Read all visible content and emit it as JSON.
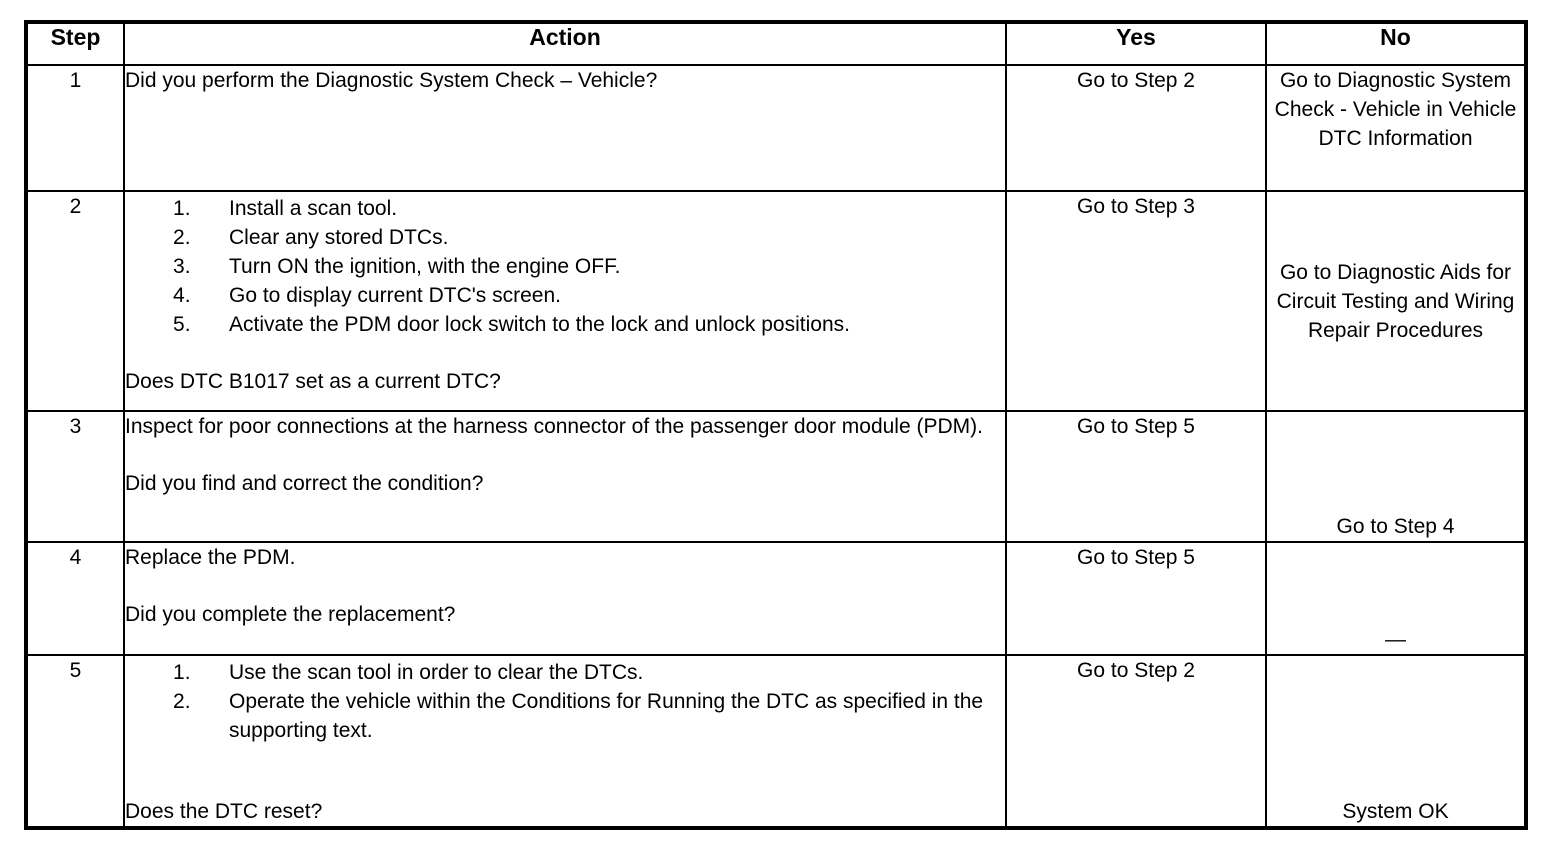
{
  "table": {
    "headers": {
      "step": "Step",
      "action": "Action",
      "yes": "Yes",
      "no": "No"
    },
    "rows": [
      {
        "step": "1",
        "action": {
          "intro": "Did you perform the Diagnostic System Check – Vehicle?",
          "list": [],
          "question": ""
        },
        "yes": "Go to Step 2",
        "no": "Go to Diagnostic System Check - Vehicle in Vehicle DTC Information"
      },
      {
        "step": "2",
        "action": {
          "intro": "",
          "list": [
            "Install a scan tool.",
            "Clear any stored DTCs.",
            "Turn ON the ignition, with the engine OFF.",
            "Go to display current DTC's screen.",
            "Activate the PDM door lock switch to the lock and unlock positions."
          ],
          "question": "Does DTC B1017 set as a current DTC?"
        },
        "yes": "Go to Step 3",
        "no": "Go to Diagnostic Aids for Circuit Testing and Wiring Repair Procedures"
      },
      {
        "step": "3",
        "action": {
          "intro": "Inspect for poor connections at the harness connector of the passenger door module (PDM).",
          "list": [],
          "question": "Did you find and correct the condition?"
        },
        "yes": "Go to Step 5",
        "no": "Go to Step 4"
      },
      {
        "step": "4",
        "action": {
          "intro": "Replace the PDM.",
          "list": [],
          "question": "Did you complete the replacement?"
        },
        "yes": "Go to Step 5",
        "no": "—"
      },
      {
        "step": "5",
        "action": {
          "intro": "",
          "list": [
            "Use the scan tool in order to clear the DTCs.",
            "Operate the vehicle within the Conditions for Running the DTC as specified in the supporting text."
          ],
          "question": "Does the DTC reset?"
        },
        "yes": "Go to Step 2",
        "no": "System OK"
      }
    ]
  },
  "colors": {
    "border": "#000000",
    "text": "#000000",
    "background": "#ffffff"
  }
}
